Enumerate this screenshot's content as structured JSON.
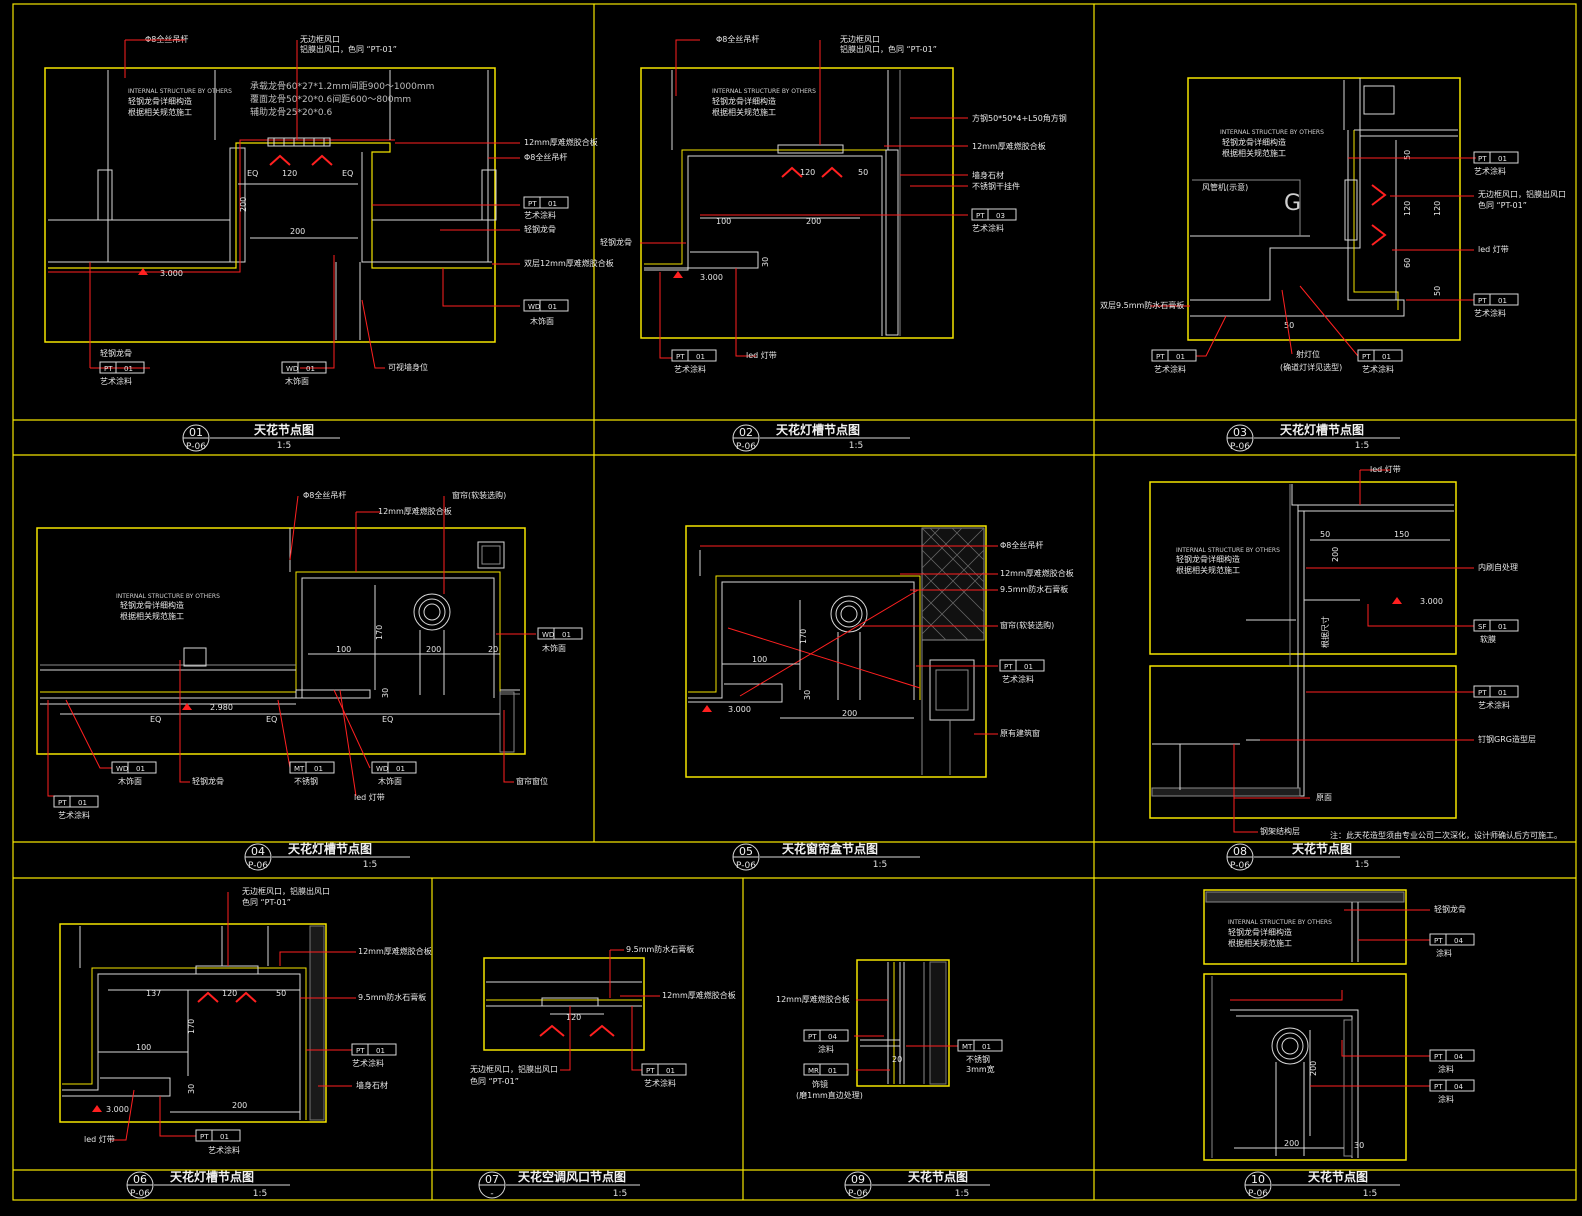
{
  "panels": [
    {
      "no": "01",
      "sheet": "P-06",
      "title": "天花节点图",
      "scale": "1:5"
    },
    {
      "no": "02",
      "sheet": "P-06",
      "title": "天花灯槽节点图",
      "scale": "1:5"
    },
    {
      "no": "03",
      "sheet": "P-06",
      "title": "天花灯槽节点图",
      "scale": "1:5"
    },
    {
      "no": "04",
      "sheet": "P-06",
      "title": "天花灯槽节点图",
      "scale": "1:5"
    },
    {
      "no": "05",
      "sheet": "P-06",
      "title": "天花窗帘盒节点图",
      "scale": "1:5"
    },
    {
      "no": "08",
      "sheet": "P-06",
      "title": "天花节点图",
      "scale": "1:5"
    },
    {
      "no": "06",
      "sheet": "P-06",
      "title": "天花灯槽节点图",
      "scale": "1:5"
    },
    {
      "no": "07",
      "sheet": "-",
      "title": "天花空调风口节点图",
      "scale": "1:5"
    },
    {
      "no": "09",
      "sheet": "P-06",
      "title": "天花节点图",
      "scale": "1:5"
    },
    {
      "no": "10",
      "sheet": "P-06",
      "title": "天花节点图",
      "scale": "1:5"
    }
  ],
  "common": {
    "internal_en": "INTERNAL STRUCTURE BY OTHERS",
    "internal_cn1": "轻钢龙骨详细构造",
    "internal_cn2": "根据相关规范施工"
  },
  "p1": {
    "labels": [
      "Φ8全丝吊杆",
      "无边框风口",
      "铝膜出风口，色同 “PT-01”",
      "12mm厚难燃胶合板",
      "Φ8全丝吊杆",
      "艺术涂料",
      "轻钢龙骨",
      "双层12mm厚难燃胶合板",
      "木饰面",
      "轻钢龙骨",
      "艺术涂料",
      "木饰面",
      "可视墙身位"
    ],
    "spec": [
      "承载龙骨60*27*1.2mm间距900～1000mm",
      "覆面龙骨50*20*0.6间距600～800mm",
      "辅助龙骨25*20*0.6"
    ],
    "tags": [
      [
        "PT",
        "01"
      ],
      [
        "WD",
        "01"
      ],
      [
        "PT",
        "01"
      ],
      [
        "WD",
        "01"
      ]
    ],
    "dims": [
      "120",
      "EQ",
      "EQ",
      "200",
      "200"
    ],
    "level": "3.000"
  },
  "p2": {
    "labels": [
      "Φ8全丝吊杆",
      "无边框风口",
      "铝膜出风口，色同 “PT-01”",
      "方钢50*50*4+L50角方钢",
      "12mm厚难燃胶合板",
      "墙身石材",
      "不锈钢干挂件",
      "艺术涂料",
      "轻钢龙骨",
      "led 灯带",
      "艺术涂料"
    ],
    "tags": [
      [
        "PT",
        "03"
      ],
      [
        "PT",
        "01"
      ]
    ],
    "dims": [
      "120",
      "50",
      "100",
      "200",
      "30"
    ],
    "level": "3.000"
  },
  "p3": {
    "labels": [
      "艺术涂料",
      "无边框风口，铝膜出风口",
      "色同 “PT-01”",
      "led 灯带",
      "艺术涂料",
      "双层9.5mm防水石膏板",
      "艺术涂料",
      "射灯位",
      "(确道灯详见选型)",
      "艺术涂料",
      "风管机(示意)"
    ],
    "tags": [
      [
        "PT",
        "01"
      ],
      [
        "PT",
        "01"
      ],
      [
        "PT",
        "01"
      ],
      [
        "PT",
        "01"
      ]
    ],
    "dims": [
      "50",
      "120",
      "120",
      "60",
      "50",
      "50"
    ]
  },
  "p4": {
    "labels": [
      "Φ8全丝吊杆",
      "12mm厚难燃胶合板",
      "窗帘(软装选购)",
      "木饰面",
      "木饰面",
      "轻钢龙骨",
      "不锈钢",
      "木饰面",
      "led 灯带",
      "艺术涂料",
      "窗帘窗位"
    ],
    "tags": [
      [
        "WD",
        "01"
      ],
      [
        "WD",
        "01"
      ],
      [
        "MT",
        "01"
      ],
      [
        "WD",
        "01"
      ],
      [
        "PT",
        "01"
      ]
    ],
    "dims": [
      "170",
      "100",
      "200",
      "20",
      "EQ",
      "EQ",
      "EQ",
      "30"
    ],
    "level": "2.980"
  },
  "p5": {
    "labels": [
      "Φ8全丝吊杆",
      "12mm厚难燃胶合板",
      "9.5mm防水石膏板",
      "窗帘(软装选购)",
      "艺术涂料",
      "原有建筑窗"
    ],
    "tags": [
      [
        "PT",
        "01"
      ]
    ],
    "dims": [
      "170",
      "100",
      "30",
      "200"
    ],
    "level": "3.000"
  },
  "p8": {
    "labels": [
      "led 灯带",
      "内刷自处理",
      "软膜",
      "艺术涂料",
      "钉钢GRG造型层",
      "原面",
      "钢架结构层"
    ],
    "tags": [
      [
        "SF",
        "01"
      ],
      [
        "PT",
        "01"
      ]
    ],
    "dims": [
      "50",
      "150",
      "200"
    ],
    "vertical": "根据尺寸",
    "level": "3.000",
    "footnote": "注：此天花造型须由专业公司二次深化，设计师确认后方可施工。"
  },
  "p6": {
    "labels": [
      "无边框风口，铝膜出风口",
      "色同 “PT-01”",
      "12mm厚难燃胶合板",
      "9.5mm防水石膏板",
      "艺术涂料",
      "墙身石材",
      "led 灯带",
      "艺术涂料"
    ],
    "tags": [
      [
        "PT",
        "01"
      ],
      [
        "PT",
        "01"
      ]
    ],
    "dims": [
      "137",
      "120",
      "50",
      "170",
      "100",
      "30",
      "200"
    ],
    "level": "3.000"
  },
  "p7": {
    "labels": [
      "9.5mm防水石膏板",
      "12mm厚难燃胶合板",
      "无边框风口，铝膜出风口",
      "色同 “PT-01”",
      "艺术涂料"
    ],
    "tags": [
      [
        "PT",
        "01"
      ]
    ],
    "dims": [
      "120"
    ]
  },
  "p9": {
    "labels": [
      "12mm厚难燃胶合板",
      "涂料",
      "不锈钢",
      "3mm宽",
      "饰镜",
      "(磨1mm直边处理)"
    ],
    "tags": [
      [
        "PT",
        "04"
      ],
      [
        "MT",
        "01"
      ],
      [
        "MR",
        "01"
      ]
    ],
    "dims": [
      "20"
    ]
  },
  "p10": {
    "labels": [
      "轻钢龙骨",
      "涂料",
      "涂料",
      "涂料"
    ],
    "tags": [
      [
        "PT",
        "04"
      ],
      [
        "PT",
        "04"
      ],
      [
        "PT",
        "04"
      ]
    ],
    "dims": [
      "200",
      "200",
      "30"
    ]
  },
  "colors": {
    "frame": "#f4e400",
    "leader": "#ff2020",
    "line": "#d8d8d8",
    "bg": "#000000"
  }
}
